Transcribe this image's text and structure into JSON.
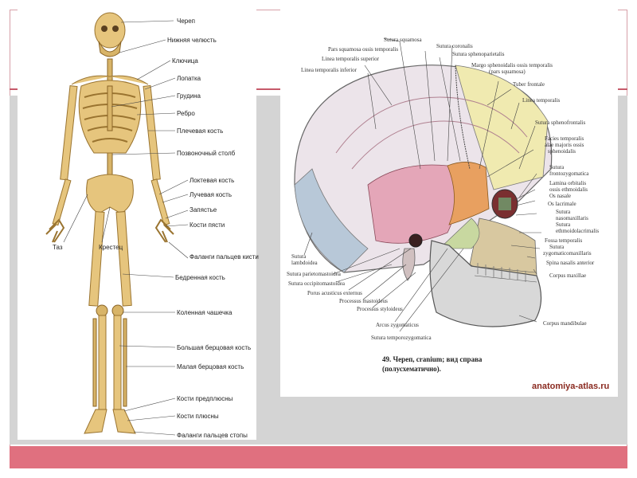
{
  "skeleton_labels": [
    "Череп",
    "Нижняя челюсть",
    "Ключица",
    "Лопатка",
    "Грудина",
    "Ребро",
    "Плечевая кость",
    "Позвоночный столб",
    "Локтевая кость",
    "Лучевая кость",
    "Запястье",
    "Кости пясти",
    "Фаланги пальцев кисти",
    "Таз",
    "Крестец",
    "Бедренная кость",
    "Коленная чашечка",
    "Большая берцовая кость",
    "Малая берцовая кость",
    "Кости предплюсны",
    "Кости плюсны",
    "Фаланги пальцев стопы"
  ],
  "skull_labels": [
    "Sutura squamosa",
    "Pars squamosa ossis temporalis",
    "Sutura coronalis",
    "Sutura sphenoparietalis",
    "Linea temporalis superior",
    "Linea temporalis inferior",
    "Margo sphenoidalis ossis temporalis",
    "(pars squamosa)",
    "Tuber frontale",
    "Linea temporalis",
    "Sutura sphenofrontalis",
    "Facies temporalis",
    "alae majoris ossis",
    "sphenoidalis",
    "Sutura",
    "frontozygomatica",
    "Lamina orbitalis",
    "ossis ethmoidalis",
    "Os nasale",
    "Os lacrimale",
    "Sutura",
    "nasomaxillaris",
    "Sutura",
    "ethmoidolacrimalis",
    "Fossa temporalis",
    "Sutura",
    "zygomaticomaxillaris",
    "Spina nasalis anterior",
    "Corpus maxillae",
    "Sutura",
    "lambdoidea",
    "Sutura parietomastoidea",
    "Sutura occipitomastoidea",
    "Porus acusticus externus",
    "Processus mastoideus",
    "Processus styloideus",
    "Arcus zygomaticus",
    "Sutura temporozygomatica",
    "Corpus mandibulae"
  ],
  "caption": {
    "line1": "49. Череп, cranium; вид справа",
    "line2": "(полусхематично)."
  },
  "watermark": "anatomiya-atlas.ru",
  "colors": {
    "accent": "#e0707f",
    "rule": "#c65a6a",
    "band": "#d4d4d4",
    "bone": "#e6c57d"
  }
}
